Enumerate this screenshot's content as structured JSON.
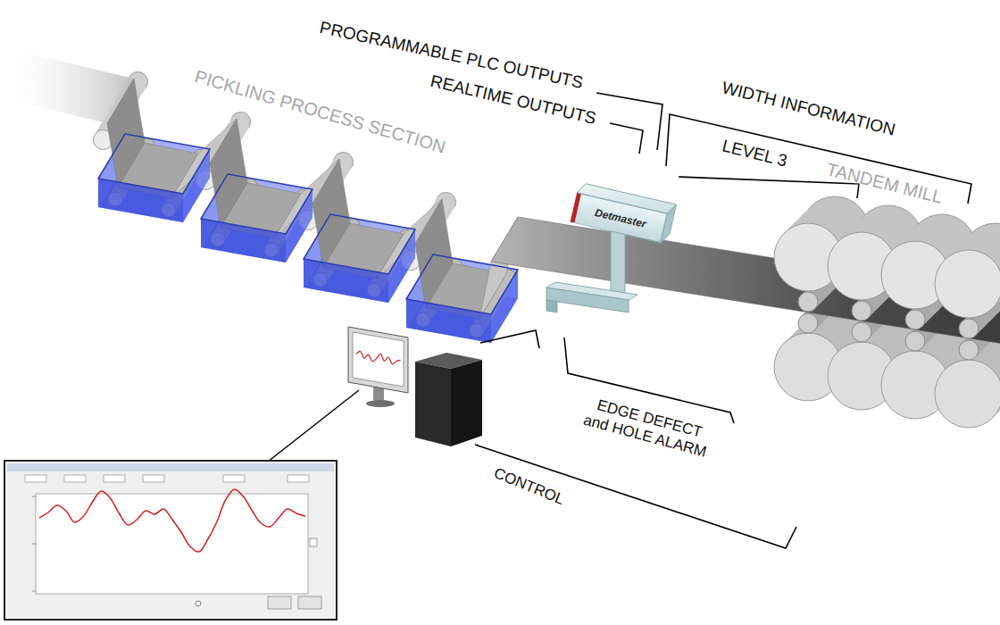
{
  "diagram": {
    "nodes": [
      {
        "text": [
          "Detmaster"
        ]
      }
    ],
    "labels": [
      "PROGRAMMABLE PLC OUTPUTS",
      "REALTIME OUTPUTS",
      "WIDTH INFORMATION",
      "LEVEL 3",
      "PICKLING PROCESS SECTION",
      "TANDEM MILL",
      "EDGE DEFECT and HOLE ALARM",
      "CONTROL"
    ]
  }
}
